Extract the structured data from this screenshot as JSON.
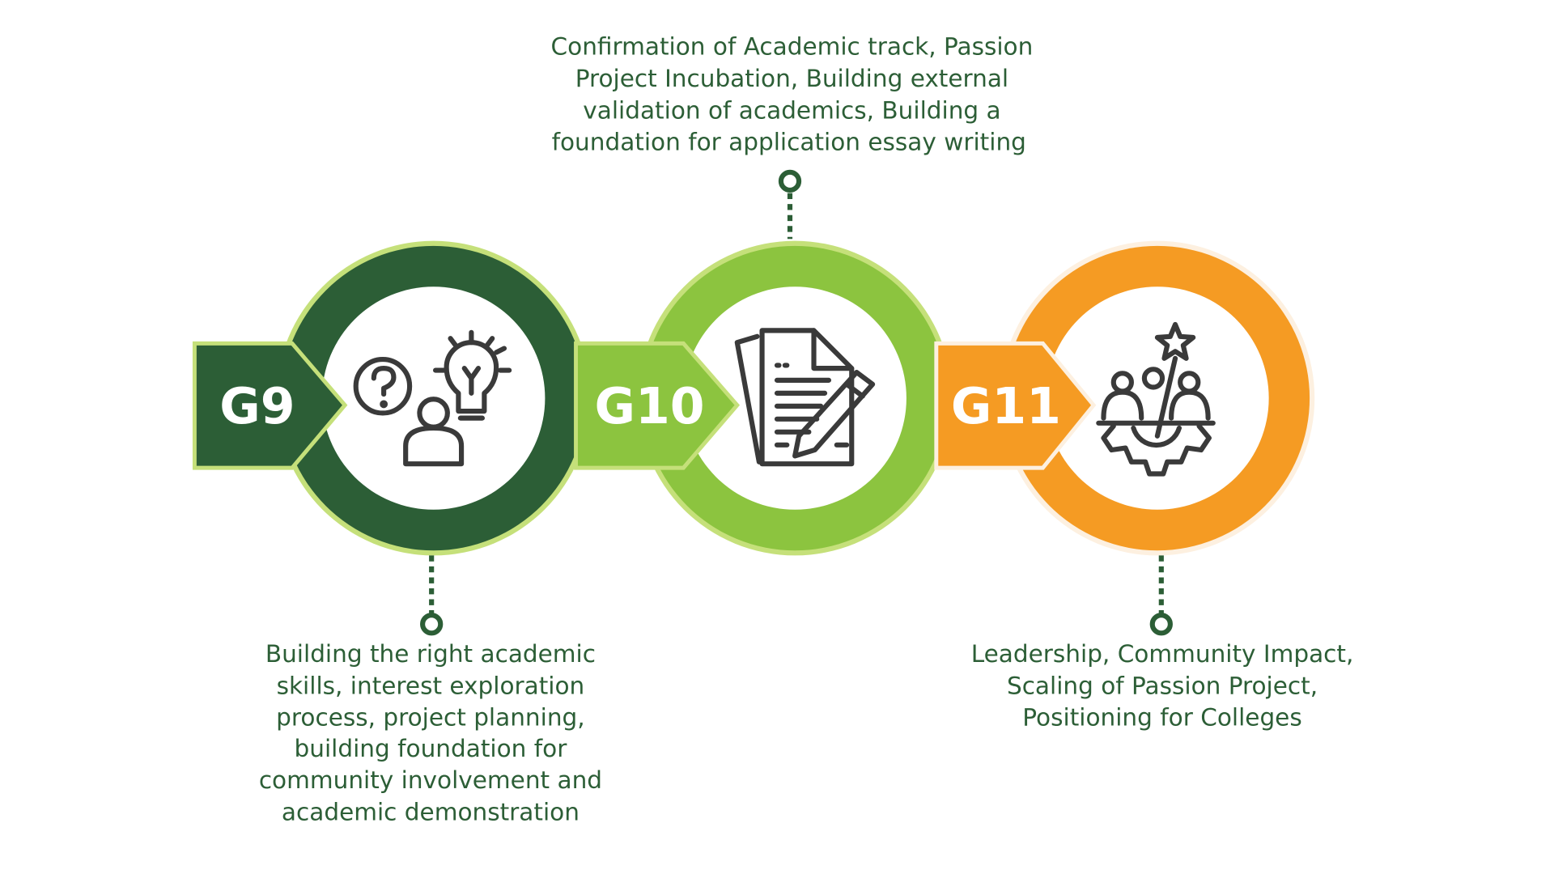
{
  "colors": {
    "dark_green": "#2c5e36",
    "light_green": "#8cc43f",
    "pale_green": "#c5e07a",
    "orange": "#f59b23"
  },
  "stages": [
    {
      "label": "G9",
      "icon": "question-person-lightbulb-icon",
      "description": [
        "Building the right academic",
        "skills, interest exploration",
        "process, project planning,",
        "building foundation for",
        "community involvement and",
        "academic demonstration"
      ]
    },
    {
      "label": "G10",
      "icon": "document-pencil-icon",
      "description": [
        "Confirmation of Academic track, Passion",
        "Project Incubation, Building external",
        "validation of academics, Building a",
        "foundation for application essay writing"
      ]
    },
    {
      "label": "G11",
      "icon": "team-gear-star-icon",
      "description": [
        "Leadership, Community Impact,",
        "Scaling of Passion Project,",
        "Positioning for Colleges"
      ]
    }
  ]
}
